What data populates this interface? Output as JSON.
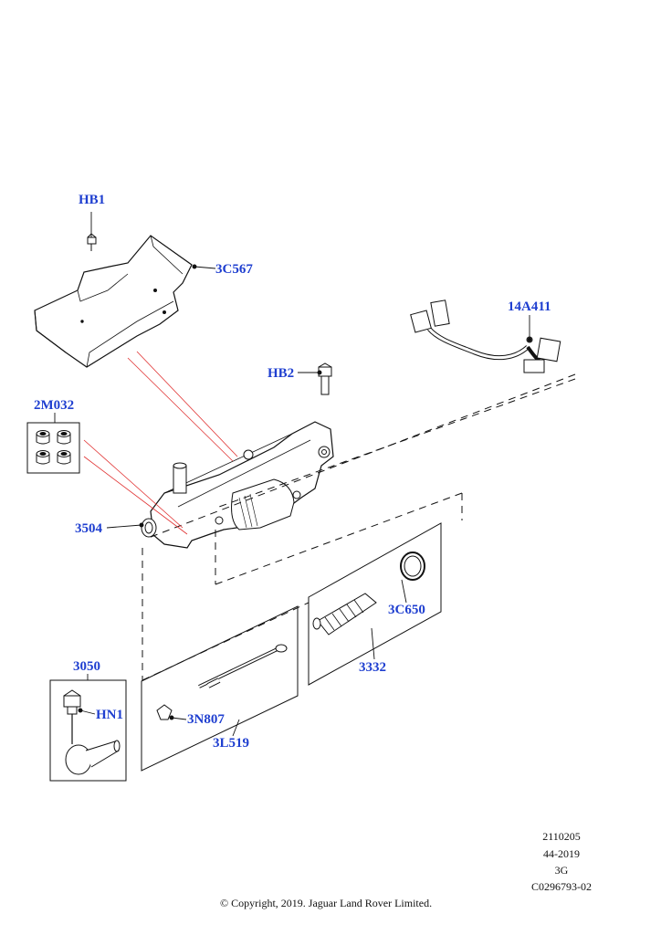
{
  "diagram": {
    "callouts": [
      {
        "id": "hb1",
        "code": "HB1"
      },
      {
        "id": "3c567",
        "code": "3C567"
      },
      {
        "id": "14a411",
        "code": "14A411"
      },
      {
        "id": "hb2",
        "code": "HB2"
      },
      {
        "id": "2m032",
        "code": "2M032"
      },
      {
        "id": "3504",
        "code": "3504"
      },
      {
        "id": "3c650",
        "code": "3C650"
      },
      {
        "id": "3332",
        "code": "3332"
      },
      {
        "id": "3050",
        "code": "3050"
      },
      {
        "id": "hn1",
        "code": "HN1"
      },
      {
        "id": "3n807",
        "code": "3N807"
      },
      {
        "id": "3l519",
        "code": "3L519"
      }
    ],
    "colors": {
      "callout_text": "#1f3fd0",
      "leader_line": "#000000",
      "highlight_line": "#e03030",
      "outline": "#111111"
    }
  },
  "footer": {
    "ref_1": "2110205",
    "ref_2": "44-2019",
    "ref_3": "3G",
    "ref_4": "C0296793-02",
    "copyright": "© Copyright, 2019. Jaguar Land Rover Limited."
  }
}
